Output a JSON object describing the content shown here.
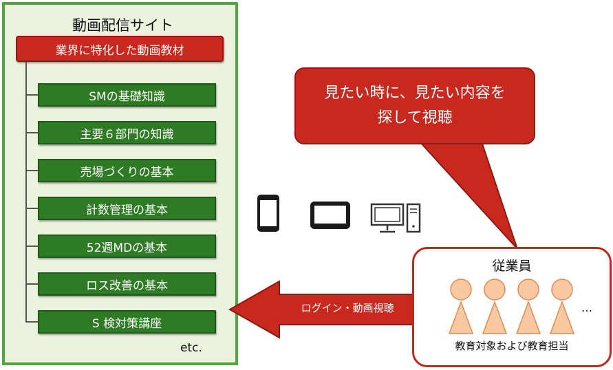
{
  "site": {
    "title": "動画配信サイト",
    "category_header": "業界に特化した動画教材",
    "courses": [
      "SMの基礎知識",
      "主要６部門の知識",
      "売場づくりの基本",
      "計数管理の基本",
      "52週MDの基本",
      "ロス改善の基本",
      "S 検対策講座"
    ],
    "etc": "etc."
  },
  "speech_bubble": {
    "line1": "見たい時に、見たい内容を",
    "line2": "探して視聴"
  },
  "devices": [
    "smartphone-icon",
    "tablet-icon",
    "desktop-pc-icon"
  ],
  "arrow": {
    "label": "ログイン・動画視聴"
  },
  "employees": {
    "title": "従業員",
    "more": "…",
    "caption": "教育対象および教育担当"
  },
  "colors": {
    "red": "#c8281d",
    "green_course": "#2f7a25",
    "green_border": "#4fa83b",
    "panel_bg": "#ebf2de",
    "person_fill": "#f9c7a0"
  }
}
